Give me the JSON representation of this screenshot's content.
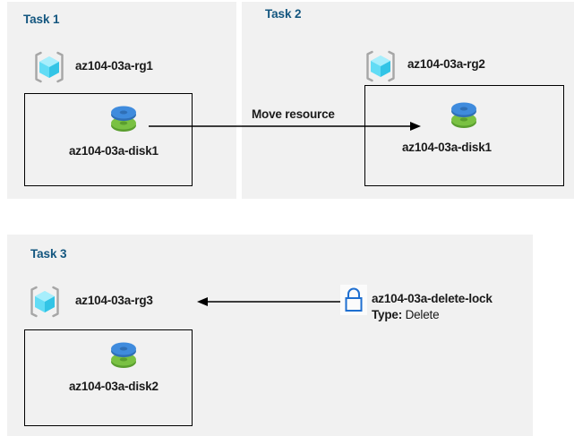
{
  "diagram": {
    "title_color": "#13567f",
    "panel_bg": "#f1f1f1",
    "page_bg": "#ffffff",
    "panels": [
      {
        "id": "task1",
        "title": "Task 1",
        "resource_group": {
          "name": "az104-03a-rg1",
          "icon": "resource-group-icon"
        },
        "resource": {
          "name": "az104-03a-disk1",
          "icon": "managed-disk-icon"
        }
      },
      {
        "id": "task2",
        "title": "Task 2",
        "resource_group": {
          "name": "az104-03a-rg2",
          "icon": "resource-group-icon"
        },
        "resource": {
          "name": "az104-03a-disk1",
          "icon": "managed-disk-icon"
        }
      },
      {
        "id": "task3",
        "title": "Task 3",
        "resource_group": {
          "name": "az104-03a-rg3",
          "icon": "resource-group-icon"
        },
        "resource": {
          "name": "az104-03a-disk2",
          "icon": "managed-disk-icon"
        }
      }
    ],
    "connectors": [
      {
        "id": "move-resource",
        "label": "Move resource",
        "direction": "right",
        "from": "az104-03a-disk1 (az104-03a-rg1)",
        "to": "az104-03a-rg2"
      },
      {
        "id": "delete-lock-applies-to-rg3",
        "label": "",
        "direction": "left",
        "from": "az104-03a-delete-lock",
        "to": "az104-03a-rg3"
      }
    ],
    "lock": {
      "icon": "lock-icon",
      "name": "az104-03a-delete-lock",
      "type_key": "Type:",
      "type_value": "Delete",
      "color": "#1f6fd0"
    },
    "icon_colors": {
      "cube_light": "#8ce7fb",
      "cube_mid": "#43d3f0",
      "cube_dark": "#2bb8dd",
      "bracket": "#a6a6a6",
      "disk_blue": "#3a84d8",
      "disk_green": "#71b13a",
      "arrow": "#000000",
      "box_border": "#000000"
    }
  }
}
